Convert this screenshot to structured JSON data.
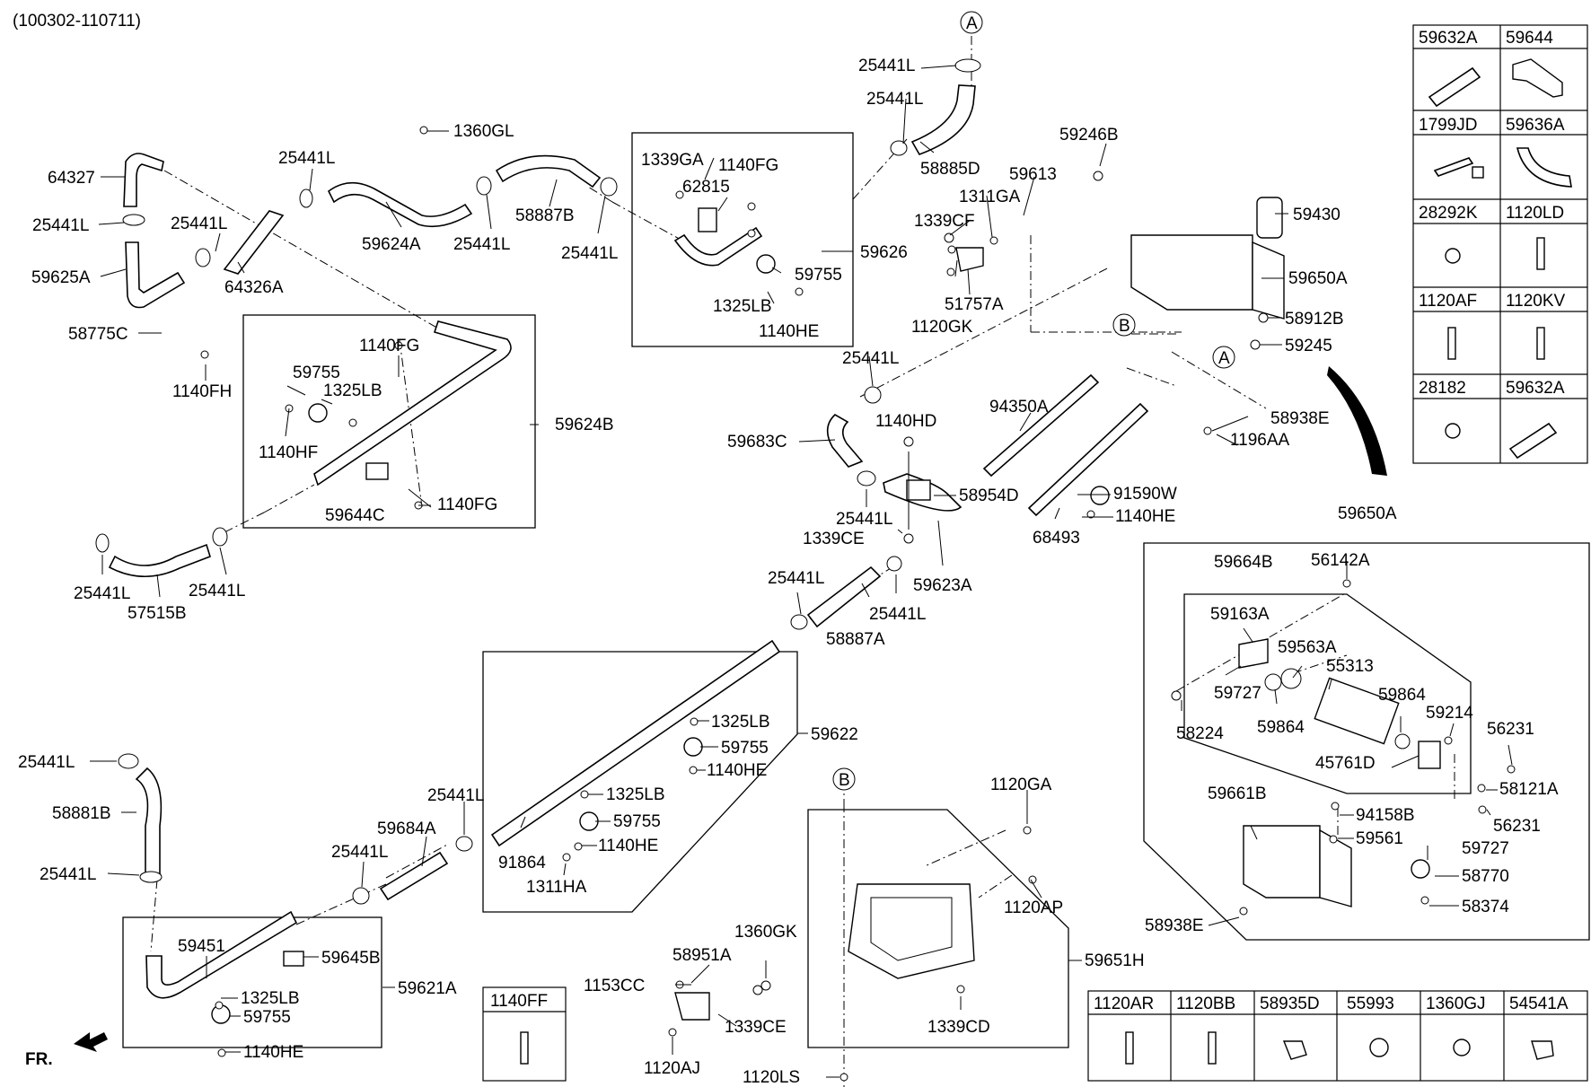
{
  "header": {
    "code_range": "(100302-110711)"
  },
  "orientation": {
    "label": "FR."
  },
  "markers": {
    "a": "A",
    "b": "B"
  },
  "labels": {
    "l_64327": "64327",
    "l_25441L_01": "25441L",
    "l_59625A": "59625A",
    "l_58775C": "58775C",
    "l_1140FH": "1140FH",
    "l_25441L_02": "25441L",
    "l_64326A": "64326A",
    "l_25441L_03": "25441L",
    "l_59624A": "59624A",
    "l_1360GL": "1360GL",
    "l_25441L_04": "25441L",
    "l_58887B": "58887B",
    "l_25441L_05": "25441L",
    "l_1339GA": "1339GA",
    "l_1140FG_01": "1140FG",
    "l_62815": "62815",
    "l_59755_01": "59755",
    "l_1325LB_01": "1325LB",
    "l_1140HE_01": "1140HE",
    "l_59626": "59626",
    "l_25441L_06": "25441L",
    "l_25441L_07": "25441L",
    "l_58885D": "58885D",
    "l_59613": "59613",
    "l_1311GA": "1311GA",
    "l_1339CF": "1339CF",
    "l_1120GK": "1120GK",
    "l_51757A": "51757A",
    "l_59246B": "59246B",
    "l_59430": "59430",
    "l_59650A_01": "59650A",
    "l_58912B": "58912B",
    "l_59245": "59245",
    "l_1140FG_02": "1140FG",
    "l_59755_02": "59755",
    "l_1325LB_02": "1325LB",
    "l_1140HF": "1140HF",
    "l_59624B": "59624B",
    "l_59644C": "59644C",
    "l_1140FG_03": "1140FG",
    "l_25441L_08": "25441L",
    "l_59683C": "59683C",
    "l_1140HD": "1140HD",
    "l_94350A": "94350A",
    "l_58938E_01": "58938E",
    "l_1196AA": "1196AA",
    "l_58954D": "58954D",
    "l_25441L_09": "25441L",
    "l_1339CE_01": "1339CE",
    "l_59623A": "59623A",
    "l_91590W": "91590W",
    "l_1140HE_02": "1140HE",
    "l_68493": "68493",
    "l_25441L_10": "25441L",
    "l_25441L_11": "25441L",
    "l_57515B": "57515B",
    "l_25441L_12": "25441L",
    "l_25441L_13": "25441L",
    "l_58887A": "58887A",
    "l_59650A_02": "59650A",
    "l_59664B": "59664B",
    "l_56142A": "56142A",
    "l_59163A": "59163A",
    "l_59563A": "59563A",
    "l_55313": "55313",
    "l_59727_01": "59727",
    "l_58224": "58224",
    "l_59864_01": "59864",
    "l_59864_02": "59864",
    "l_59214": "59214",
    "l_56231_01": "56231",
    "l_45761D": "45761D",
    "l_58121A": "58121A",
    "l_59661B": "59661B",
    "l_94158B": "94158B",
    "l_56231_02": "56231",
    "l_59561": "59561",
    "l_59727_02": "59727",
    "l_58770": "58770",
    "l_58374": "58374",
    "l_58938E_02": "58938E",
    "l_1325LB_03": "1325LB",
    "l_59622": "59622",
    "l_59755_03": "59755",
    "l_1140HE_03": "1140HE",
    "l_1325LB_04": "1325LB",
    "l_59755_04": "59755",
    "l_1140HE_04": "1140HE",
    "l_91864": "91864",
    "l_1311HA": "1311HA",
    "l_25441L_14": "25441L",
    "l_59684A": "59684A",
    "l_25441L_15": "25441L",
    "l_25441L_16": "25441L",
    "l_58881B": "58881B",
    "l_25441L_17": "25441L",
    "l_59451": "59451",
    "l_59645B": "59645B",
    "l_59621A": "59621A",
    "l_1325LB_05": "1325LB",
    "l_59755_05": "59755",
    "l_1140HE_05": "1140HE",
    "l_1120GA": "1120GA",
    "l_1120AP": "1120AP",
    "l_1360GK": "1360GK",
    "l_58951A": "58951A",
    "l_1153CC": "1153CC",
    "l_1339CE_02": "1339CE",
    "l_1339CD": "1339CD",
    "l_59651H": "59651H",
    "l_1120AJ": "1120AJ",
    "l_1120LS": "1120LS"
  },
  "legend_right": [
    "59632A",
    "59644",
    "1799JD",
    "59636A",
    "28292K",
    "1120LD",
    "1120AF",
    "1120KV",
    "28182",
    "59632A"
  ],
  "legend_bottom": [
    "1120AR",
    "1120BB",
    "58935D",
    "55993",
    "1360GJ",
    "54541A"
  ],
  "legend_single": "1140FF"
}
